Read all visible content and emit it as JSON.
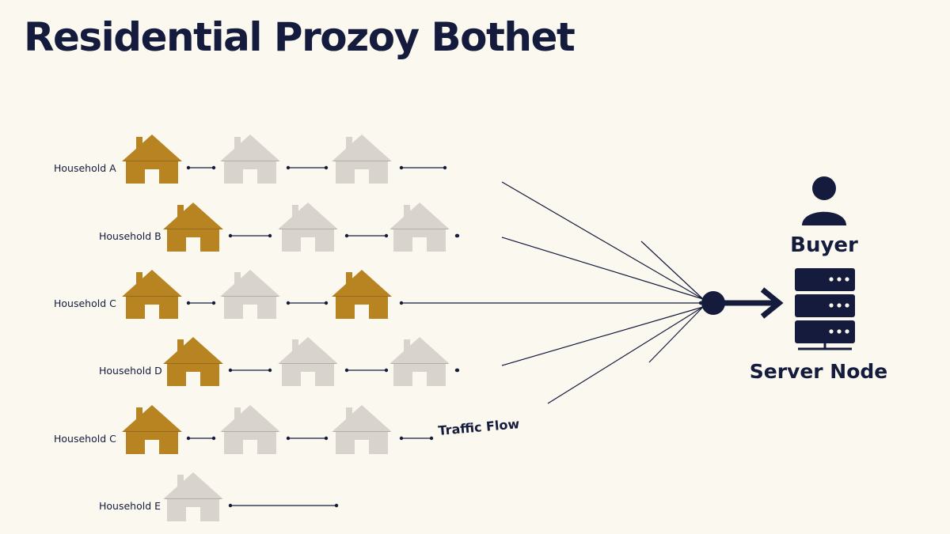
{
  "title": "Residential Prozoy Bothet",
  "colors": {
    "background": "#fbf8f0",
    "ink": "#141b3c",
    "active_house": "#b88422",
    "inactive_house": "#d8d3cc"
  },
  "households": [
    {
      "label": "Household A",
      "houses": [
        "active",
        "inactive",
        "inactive"
      ]
    },
    {
      "label": "Household B",
      "houses": [
        "active",
        "inactive",
        "inactive"
      ]
    },
    {
      "label": "Household C",
      "houses": [
        "active",
        "inactive",
        "active"
      ]
    },
    {
      "label": "Household D",
      "houses": [
        "active",
        "inactive",
        "inactive"
      ]
    },
    {
      "label": "Household C",
      "houses": [
        "active",
        "inactive",
        "inactive"
      ]
    },
    {
      "label": "Household E",
      "houses": [
        "inactive"
      ]
    }
  ],
  "traffic_label": "Traffic Flow",
  "buyer_label": "Buyer",
  "server_label": "Server Node",
  "icons": {
    "house": "house-icon",
    "buyer": "person-icon",
    "server": "server-rack-icon",
    "arrow": "arrow-right-icon"
  }
}
